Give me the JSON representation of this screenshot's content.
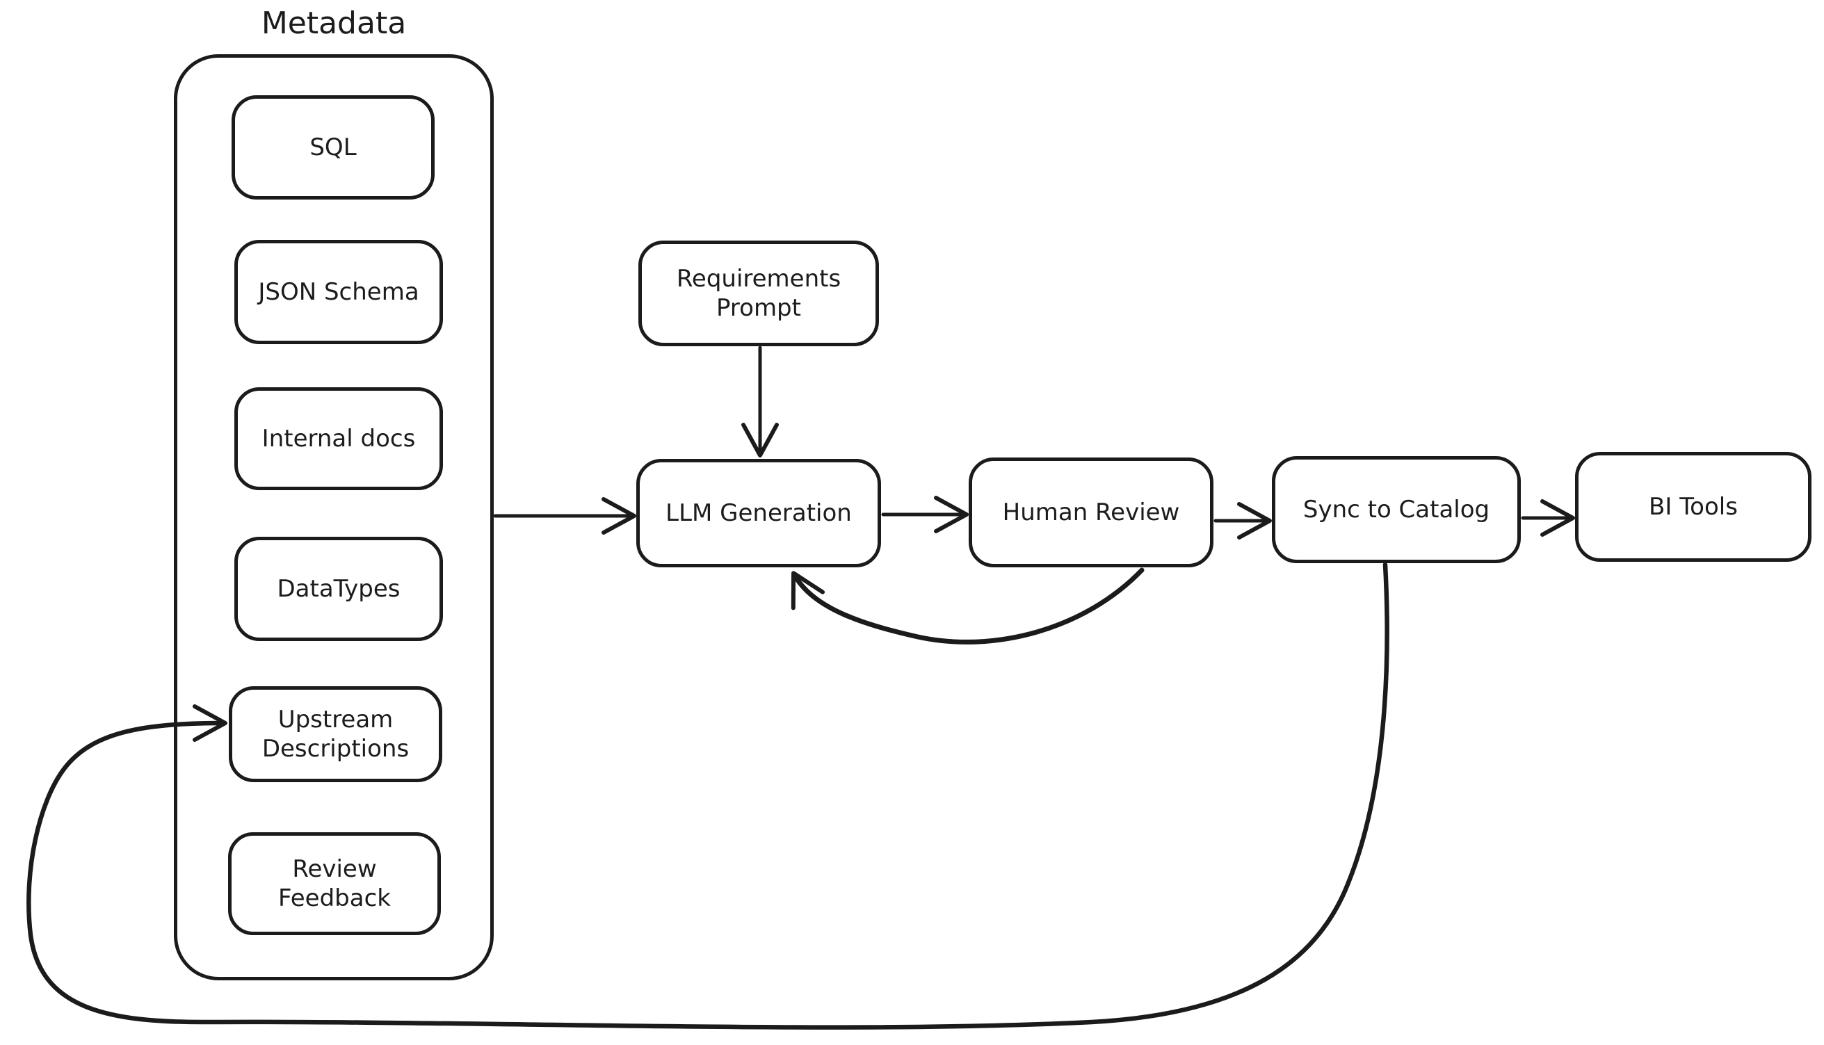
{
  "diagram": {
    "colors": {
      "stroke": "#1b1b1b",
      "background": "#ffffff",
      "text": "#1c1c1c"
    },
    "metadata_group": {
      "title": "Metadata",
      "items": [
        {
          "label": "SQL"
        },
        {
          "label": "JSON Schema"
        },
        {
          "label": "Internal docs"
        },
        {
          "label": "DataTypes"
        },
        {
          "label": "Upstream Descriptions"
        },
        {
          "label": "Review Feedback"
        }
      ]
    },
    "nodes": {
      "requirements_prompt": {
        "label": "Requirements Prompt"
      },
      "llm_generation": {
        "label": "LLM Generation"
      },
      "human_review": {
        "label": "Human Review"
      },
      "sync_to_catalog": {
        "label": "Sync to Catalog"
      },
      "bi_tools": {
        "label": "BI Tools"
      }
    },
    "edges": [
      {
        "id": "metadata-to-llm-generation",
        "from": "Metadata",
        "to": "LLM Generation",
        "style": "straight"
      },
      {
        "id": "requirements-prompt-to-llm-generation",
        "from": "Requirements Prompt",
        "to": "LLM Generation",
        "style": "straight"
      },
      {
        "id": "llm-generation-to-human-review",
        "from": "LLM Generation",
        "to": "Human Review",
        "style": "straight"
      },
      {
        "id": "human-review-to-sync-to-catalog",
        "from": "Human Review",
        "to": "Sync to Catalog",
        "style": "straight"
      },
      {
        "id": "sync-to-catalog-to-bi-tools",
        "from": "Sync to Catalog",
        "to": "BI Tools",
        "style": "straight"
      },
      {
        "id": "human-review-to-llm-generation-feedback",
        "from": "Human Review",
        "to": "LLM Generation",
        "style": "feedback-curve"
      },
      {
        "id": "sync-to-catalog-to-upstream-descriptions-feedback",
        "from": "Sync to Catalog",
        "to": "Upstream Descriptions",
        "style": "feedback-curve"
      }
    ]
  }
}
